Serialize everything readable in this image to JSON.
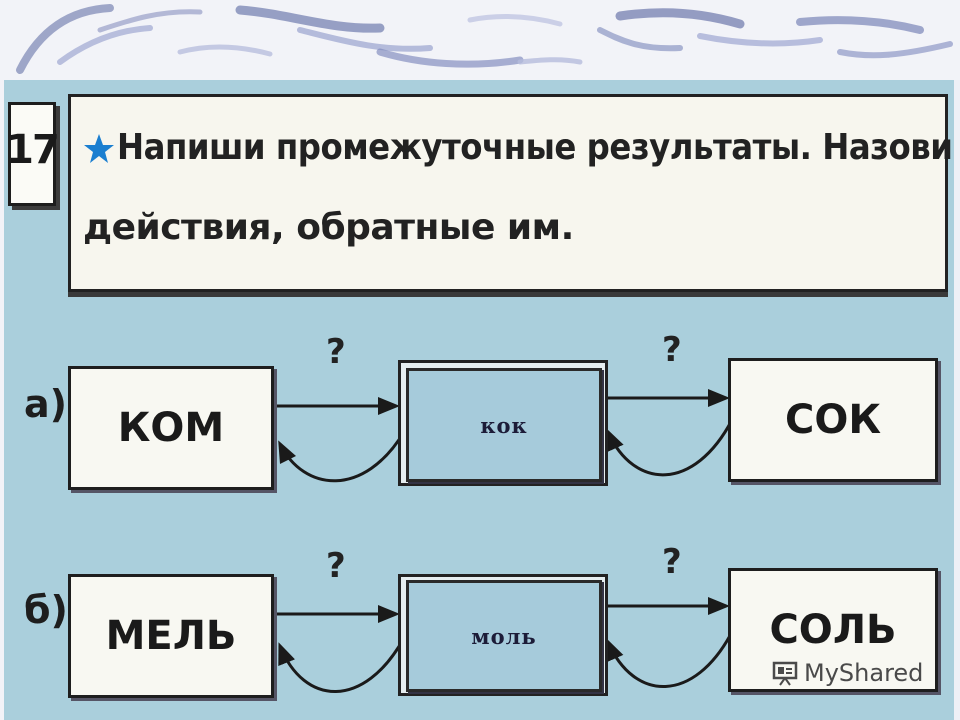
{
  "task": {
    "number": "17",
    "instruction_line1": "Напиши промежуточные результаты. Назови действия и",
    "instruction_line2": "действия, обратные им."
  },
  "rows": [
    {
      "label": "а)",
      "start_word": "КОМ",
      "answer": "кок",
      "end_word": "СОК",
      "question_marks": [
        "?",
        "?"
      ]
    },
    {
      "label": "б)",
      "start_word": "МЕЛЬ",
      "answer": "моль",
      "end_word": "СОЛЬ",
      "question_marks": [
        "?",
        "?"
      ]
    }
  ],
  "watermark": {
    "text": "MyShared"
  },
  "colors": {
    "scan_background": "#aacfdc",
    "answer_fill": "#a6cbdb",
    "box_fill": "#f8f8f2",
    "star": "#1b7fd0"
  }
}
